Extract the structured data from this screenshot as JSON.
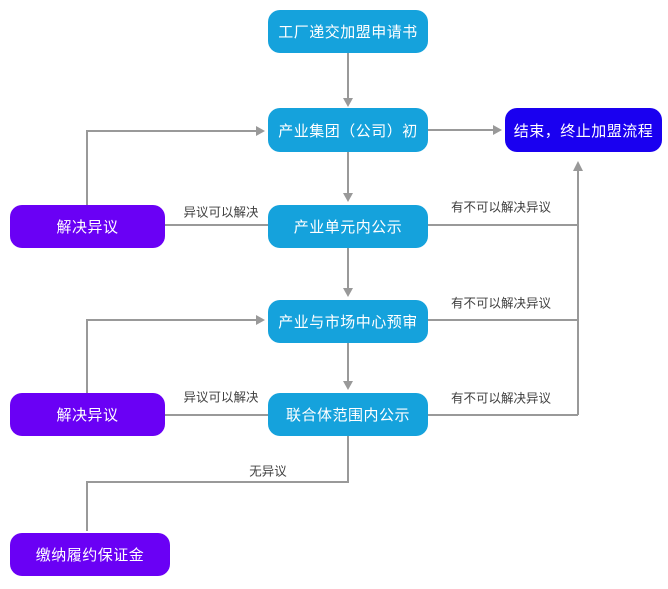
{
  "diagram": {
    "type": "flowchart",
    "background": "#ffffff"
  },
  "colors": {
    "process_box": "#15A2DC",
    "end_box": "#1A00F0",
    "action_box": "#6A00F5",
    "connector_line": "#999999",
    "box_text": "#ffffff",
    "edge_label_text": "#404040"
  },
  "nodes": {
    "factory": {
      "label": "工厂递交加盟申请书"
    },
    "group_review": {
      "label": "产业集团（公司）初"
    },
    "end": {
      "label": "结束，终止加盟流程"
    },
    "resolve_objection_1": {
      "label": "解决异议"
    },
    "unit_publicity": {
      "label": "产业单元内公示"
    },
    "market_center_review": {
      "label": "产业与市场中心预审"
    },
    "union_publicity": {
      "label": "联合体范围内公示"
    },
    "resolve_objection_2": {
      "label": "解决异议"
    },
    "pay_deposit": {
      "label": "缴纳履约保证金"
    }
  },
  "edge_labels": {
    "objection_resolvable_1": "异议可以解决",
    "objection_unresolvable_1": "有不可以解决异议",
    "objection_unresolvable_2": "有不可以解决异议",
    "objection_resolvable_2": "异议可以解决",
    "objection_unresolvable_3": "有不可以解决异议",
    "no_objection": "无异议"
  }
}
